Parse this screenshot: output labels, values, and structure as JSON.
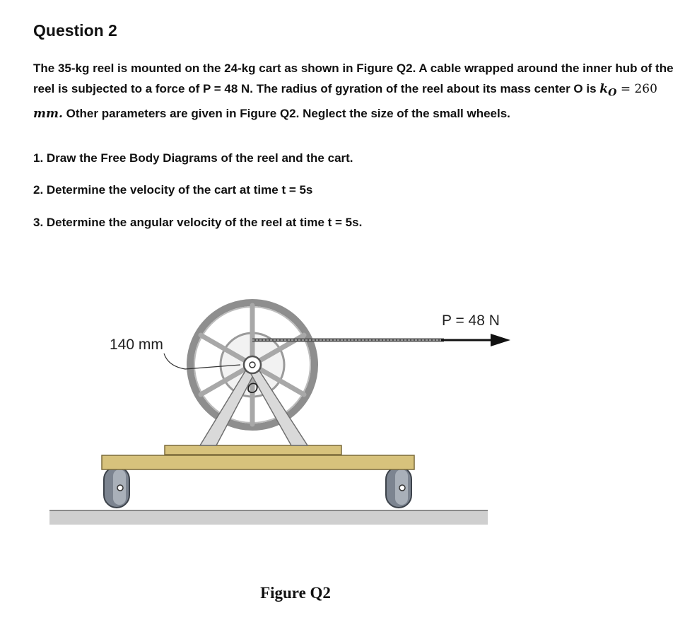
{
  "question": {
    "title": "Question 2",
    "intro_part1": "The 35-kg reel is mounted on the 24-kg cart as shown in Figure Q2. A cable wrapped around the inner hub of the reel is subjected to a force of P = 48 N. The radius of gyration of the reel about its mass center O is",
    "k_symbol": "k",
    "k_subscript": "O",
    "equals": " = ",
    "k_value": "260",
    "k_unit": "mm.",
    "intro_part2": "Other parameters are given in Figure Q2. Neglect the size of the small wheels.",
    "tasks": [
      "1. Draw the Free Body Diagrams of the reel and the cart.",
      "2. Determine the velocity of the cart at time t = 5s",
      "3. Determine the angular velocity of the reel at time t = 5s."
    ]
  },
  "figure": {
    "radius_label": "140 mm",
    "force_label": "P = 48 N",
    "center_label": "O",
    "caption": "Figure Q2"
  }
}
